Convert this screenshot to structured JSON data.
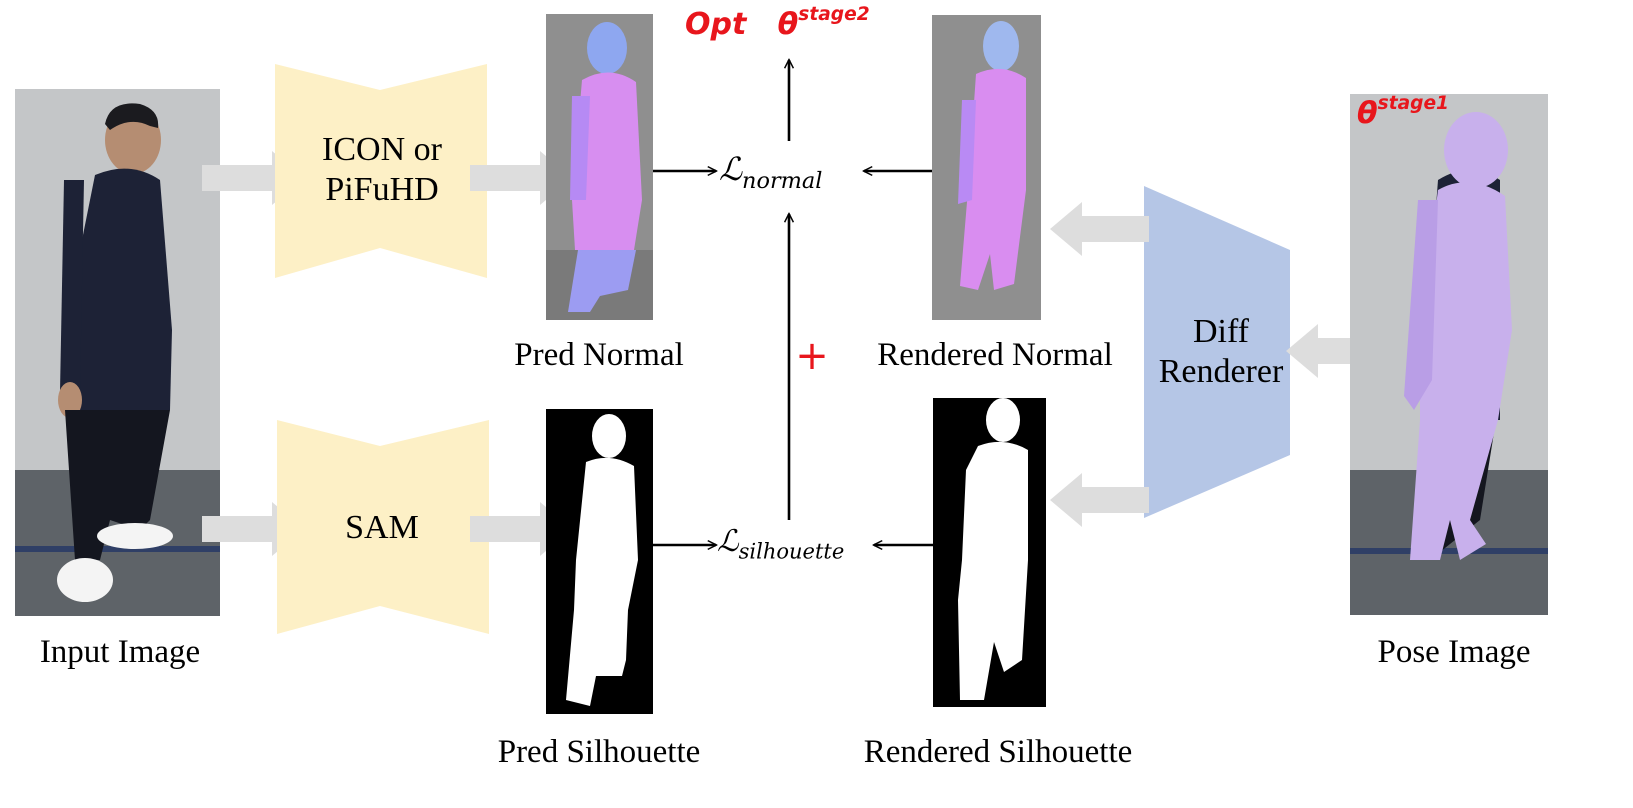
{
  "colors": {
    "module_fill": "#fdf0c6",
    "renderer_fill": "#b5c6e6",
    "flow_arrow": "#dddddd",
    "accent_red": "#e8161c",
    "normal_bg": "#8f8f8f",
    "silhouette_bg": "#000000",
    "pose_body": "#c8b0ec"
  },
  "captions": {
    "input_image": "Input Image",
    "pred_normal": "Pred Normal",
    "rendered_normal": "Rendered Normal",
    "pred_silhouette": "Pred Silhouette",
    "rendered_silhouette": "Rendered Silhouette",
    "pose_image": "Pose Image"
  },
  "modules": {
    "normal_predictor_line1": "ICON or",
    "normal_predictor_line2": "PiFuHD",
    "segmenter": "SAM",
    "renderer_line1": "Diff",
    "renderer_line2": "Renderer"
  },
  "losses": {
    "normal_symbol": "ℒ",
    "normal_sub": "normal",
    "silhouette_symbol": "ℒ",
    "silhouette_sub": "silhouette",
    "combine": "+"
  },
  "optimization": {
    "opt": "Opt",
    "theta": "θ",
    "stage2_sup": "stage2",
    "stage1_sup": "stage1"
  }
}
